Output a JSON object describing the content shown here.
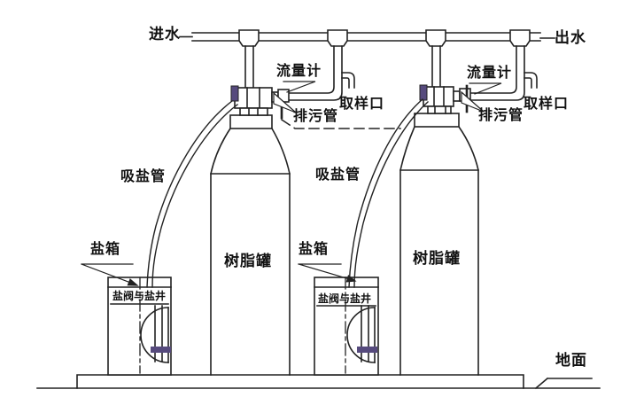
{
  "diagram": {
    "colors": {
      "line": "#222222",
      "accent_purple": "#564a7d",
      "background": "#ffffff"
    },
    "labels": {
      "inlet": "进水",
      "outlet": "出水",
      "ground": "地面"
    },
    "units": [
      {
        "flow_meter": "流量计",
        "sampling_port": "取样口",
        "drain_pipe": "排污管",
        "salt_suction_pipe": "吸盐管",
        "salt_box": "盐箱",
        "salt_valve_and_well": "盐阀与盐井",
        "resin_tank": "树脂罐"
      },
      {
        "flow_meter": "流量计",
        "sampling_port": "取样口",
        "drain_pipe": "排污管",
        "salt_suction_pipe": "吸盐管",
        "salt_box": "盐箱",
        "salt_valve_and_well": "盐阀与盐井",
        "resin_tank": "树脂罐"
      }
    ]
  }
}
